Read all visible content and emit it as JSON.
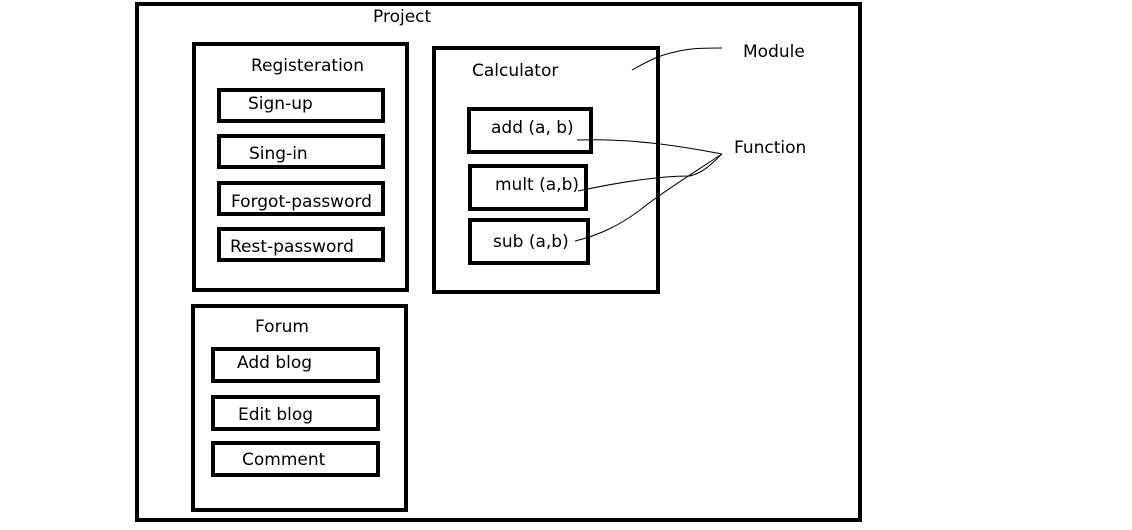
{
  "project": {
    "label": "Project"
  },
  "registration": {
    "title": "Registeration",
    "items": [
      "Sign-up",
      "Sing-in",
      "Forgot-password",
      "Rest-password"
    ]
  },
  "calculator": {
    "title": "Calculator",
    "items": [
      "add  (a, b)",
      "mult (a,b)",
      "sub   (a,b)"
    ]
  },
  "forum": {
    "title": "Forum",
    "items": [
      "Add blog",
      "Edit blog",
      "Comment"
    ]
  },
  "annotations": {
    "module": "Module",
    "function": "Function"
  }
}
